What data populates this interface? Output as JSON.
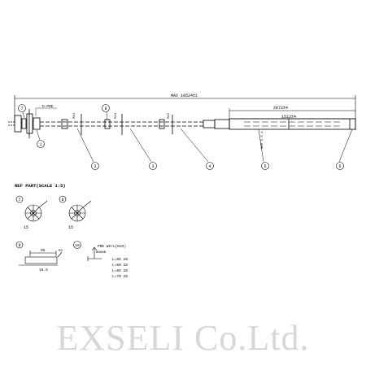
{
  "dimensions": {
    "overall": "MAX 10524±1",
    "upper_right": "2072±4",
    "lower_right": "1512±4",
    "label_1": "D-PRE",
    "label_2": "M14",
    "label_3": "M14",
    "label_4": "M12",
    "label_5": "NOM 3 0.1"
  },
  "balloons": [
    "7",
    "8",
    "1",
    "2",
    "3",
    "4",
    "5",
    "6"
  ],
  "detail": {
    "header": "REF PART(SCALE 1:5)",
    "item7": {
      "no": "7",
      "dim": "15"
    },
    "item8": {
      "no": "8",
      "dim": "15"
    },
    "item9": {
      "no": "9",
      "top": "95",
      "side": "R3",
      "bottom": "18.5"
    },
    "item10": {
      "no": "10",
      "title": "PRE WX+L(KGS)",
      "sub": "Ø988B",
      "rows": [
        "L=55 28",
        "L=60 28",
        "L=65 28",
        "L=70 28"
      ]
    }
  },
  "brand": "EXSELI Co.Ltd."
}
